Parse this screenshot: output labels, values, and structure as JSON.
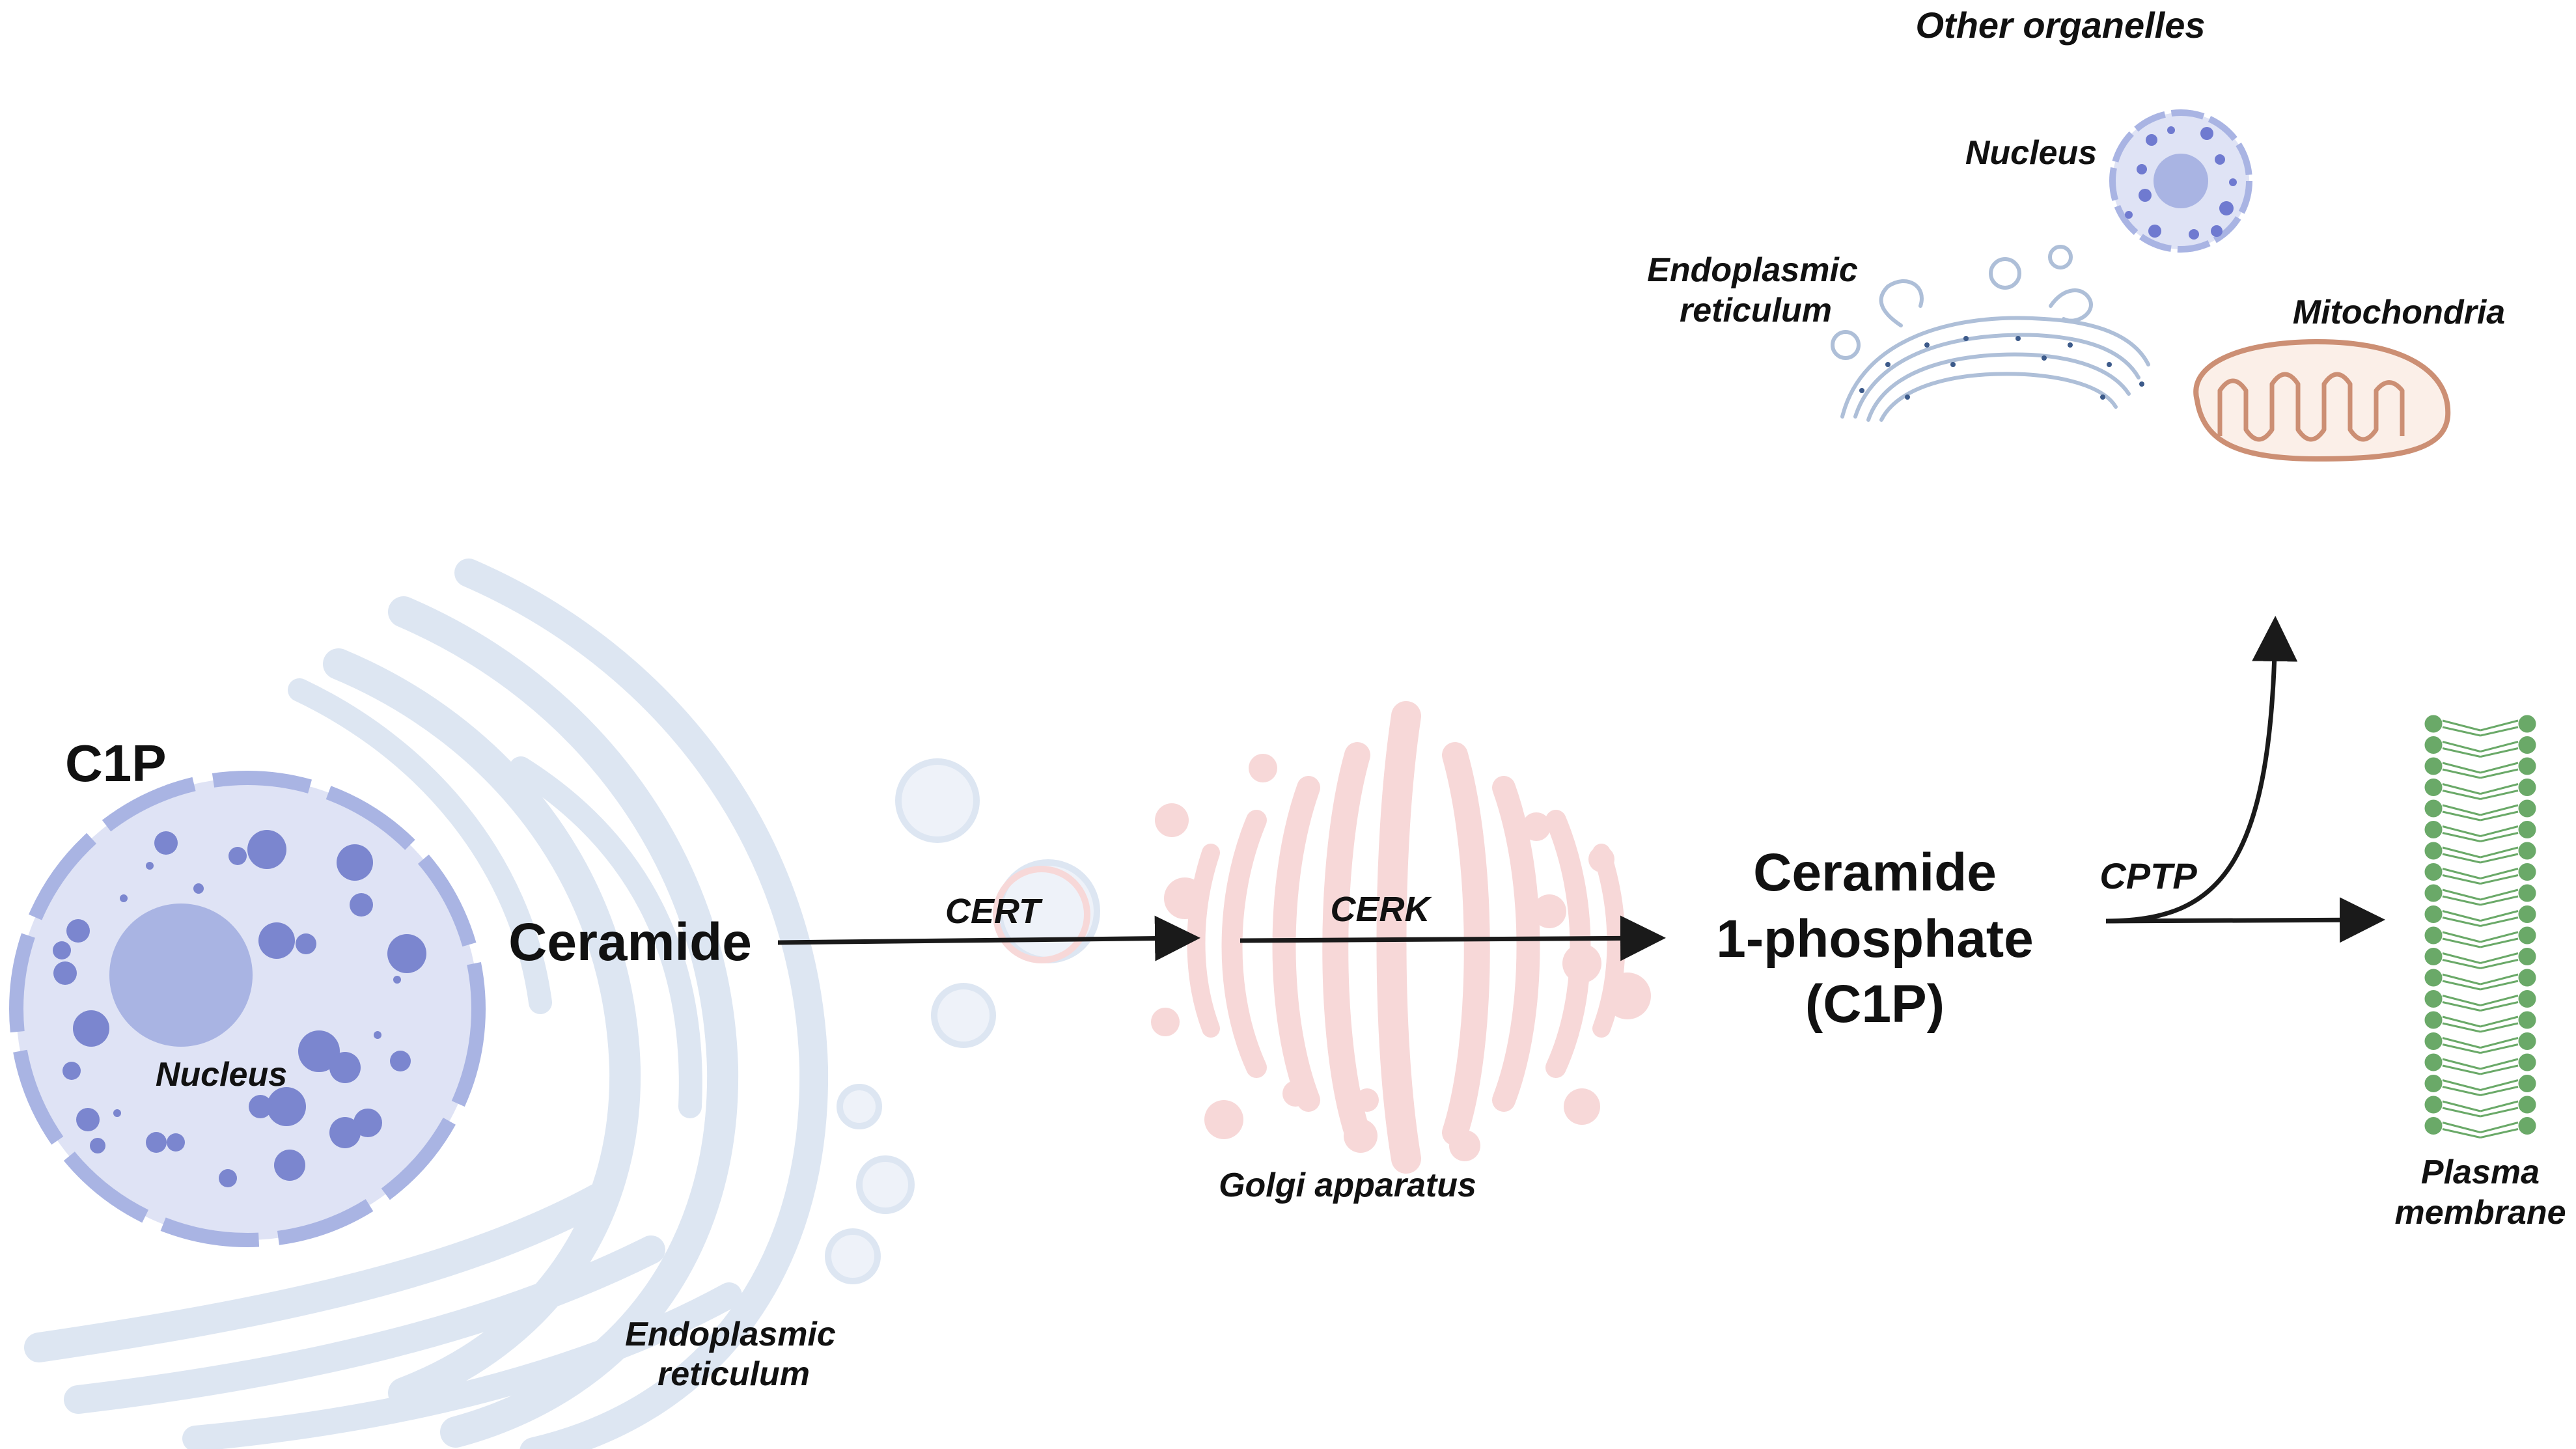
{
  "labels": {
    "c1p_corner": "C1P",
    "nucleus_left": "Nucleus",
    "ceramide": "Ceramide",
    "er_left_line1": "Endoplasmic",
    "er_left_line2": "reticulum",
    "cert": "CERT",
    "cerk": "CERK",
    "golgi": "Golgi apparatus",
    "c1p_line1": "Ceramide",
    "c1p_line2": "1-phosphate",
    "c1p_line3": "(C1P)",
    "cptp": "CPTP",
    "plasma_line1": "Plasma",
    "plasma_line2": "membrane",
    "other_organelles": "Other organelles",
    "nucleus_top": "Nucleus",
    "er_top_line1": "Endoplasmic",
    "er_top_line2": "reticulum",
    "mitochondria": "Mitochondria"
  },
  "colors": {
    "nucleus_fill": "#dfe3f5",
    "nucleus_border": "#a9b4e3",
    "nucleus_dots": "#7b86cf",
    "er_faint": "#dde6f2",
    "golgi_faint": "#f7d8d8",
    "membrane_green": "#6aa968",
    "mito_border": "#cc8f74",
    "mito_fill": "#fbefe8",
    "arrow": "#1a1a1a"
  }
}
